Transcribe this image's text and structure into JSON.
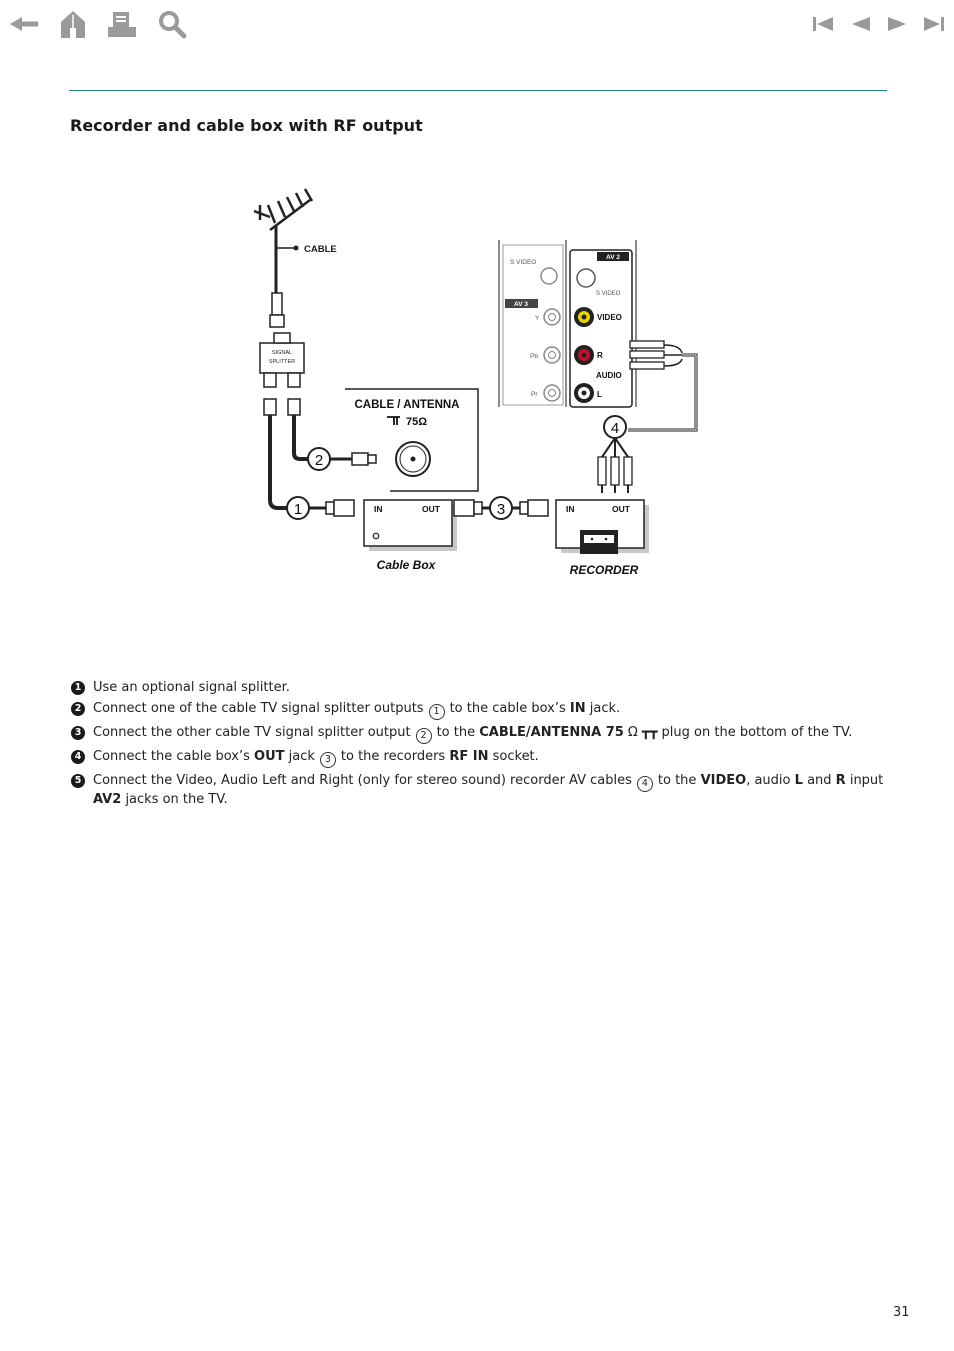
{
  "toolbar": {
    "left": [
      "back-arrow-icon",
      "home-icon",
      "print-icon",
      "search-icon"
    ],
    "right": [
      "first-page-icon",
      "previous-page-icon",
      "next-page-icon",
      "last-page-icon"
    ],
    "icon_color": "#9a9a9a"
  },
  "accent_color": "#1e8a86",
  "section": {
    "title": "Recorder and cable box with RF output"
  },
  "diagram": {
    "cable_label": "CABLE",
    "splitter_label_line1": "SIGNAL",
    "splitter_label_line2": "SPLITTER",
    "antenna_panel_label": "CABLE / ANTENNA",
    "antenna_impedance": "75Ω",
    "sockets": {
      "s_video_left": "S VIDEO",
      "av3": "AV 3",
      "y": "Y",
      "pb": "Pb",
      "pr": "Pr",
      "av2": "AV 2",
      "s_video_right": "S VIDEO",
      "video": "VIDEO",
      "r": "R",
      "audio": "AUDIO",
      "l": "L"
    },
    "markers": [
      "1",
      "2",
      "3",
      "4"
    ],
    "cable_box": {
      "in": "IN",
      "out": "OUT",
      "caption": "Cable Box"
    },
    "recorder": {
      "in": "IN",
      "out": "OUT",
      "caption": "RECORDER"
    }
  },
  "steps": [
    {
      "number": "1",
      "text": "Use an optional signal splitter."
    },
    {
      "number": "2",
      "a": "Connect one of the cable TV signal splitter outputs",
      "ref": "1",
      "b": "to the cable box’s",
      "bold": "IN",
      "c": "jack."
    },
    {
      "number": "3",
      "a": "Connect the other cable TV signal splitter output",
      "ref": "2",
      "b": "to the",
      "bold": "CABLE/ANTENNA 75",
      "symbol": "Ω ┳┳",
      "c": "plug on the bottom of the TV."
    },
    {
      "number": "4",
      "a": "Connect the cable box’s",
      "bold1": "OUT",
      "b": "jack",
      "ref": "3",
      "c": "to the recorders",
      "bold2": "RF IN",
      "d": "socket."
    },
    {
      "number": "5",
      "a": "Connect the Video, Audio Left and Right (only for stereo sound) recorder AV cables",
      "ref": "4",
      "b": "to the",
      "bold1": "VIDEO",
      "c": ", audio",
      "bold2": "L",
      "d": "and",
      "bold3": "R",
      "e": "input",
      "bold4": "AV2",
      "f": "jacks on the TV."
    }
  ],
  "page_number": "31"
}
